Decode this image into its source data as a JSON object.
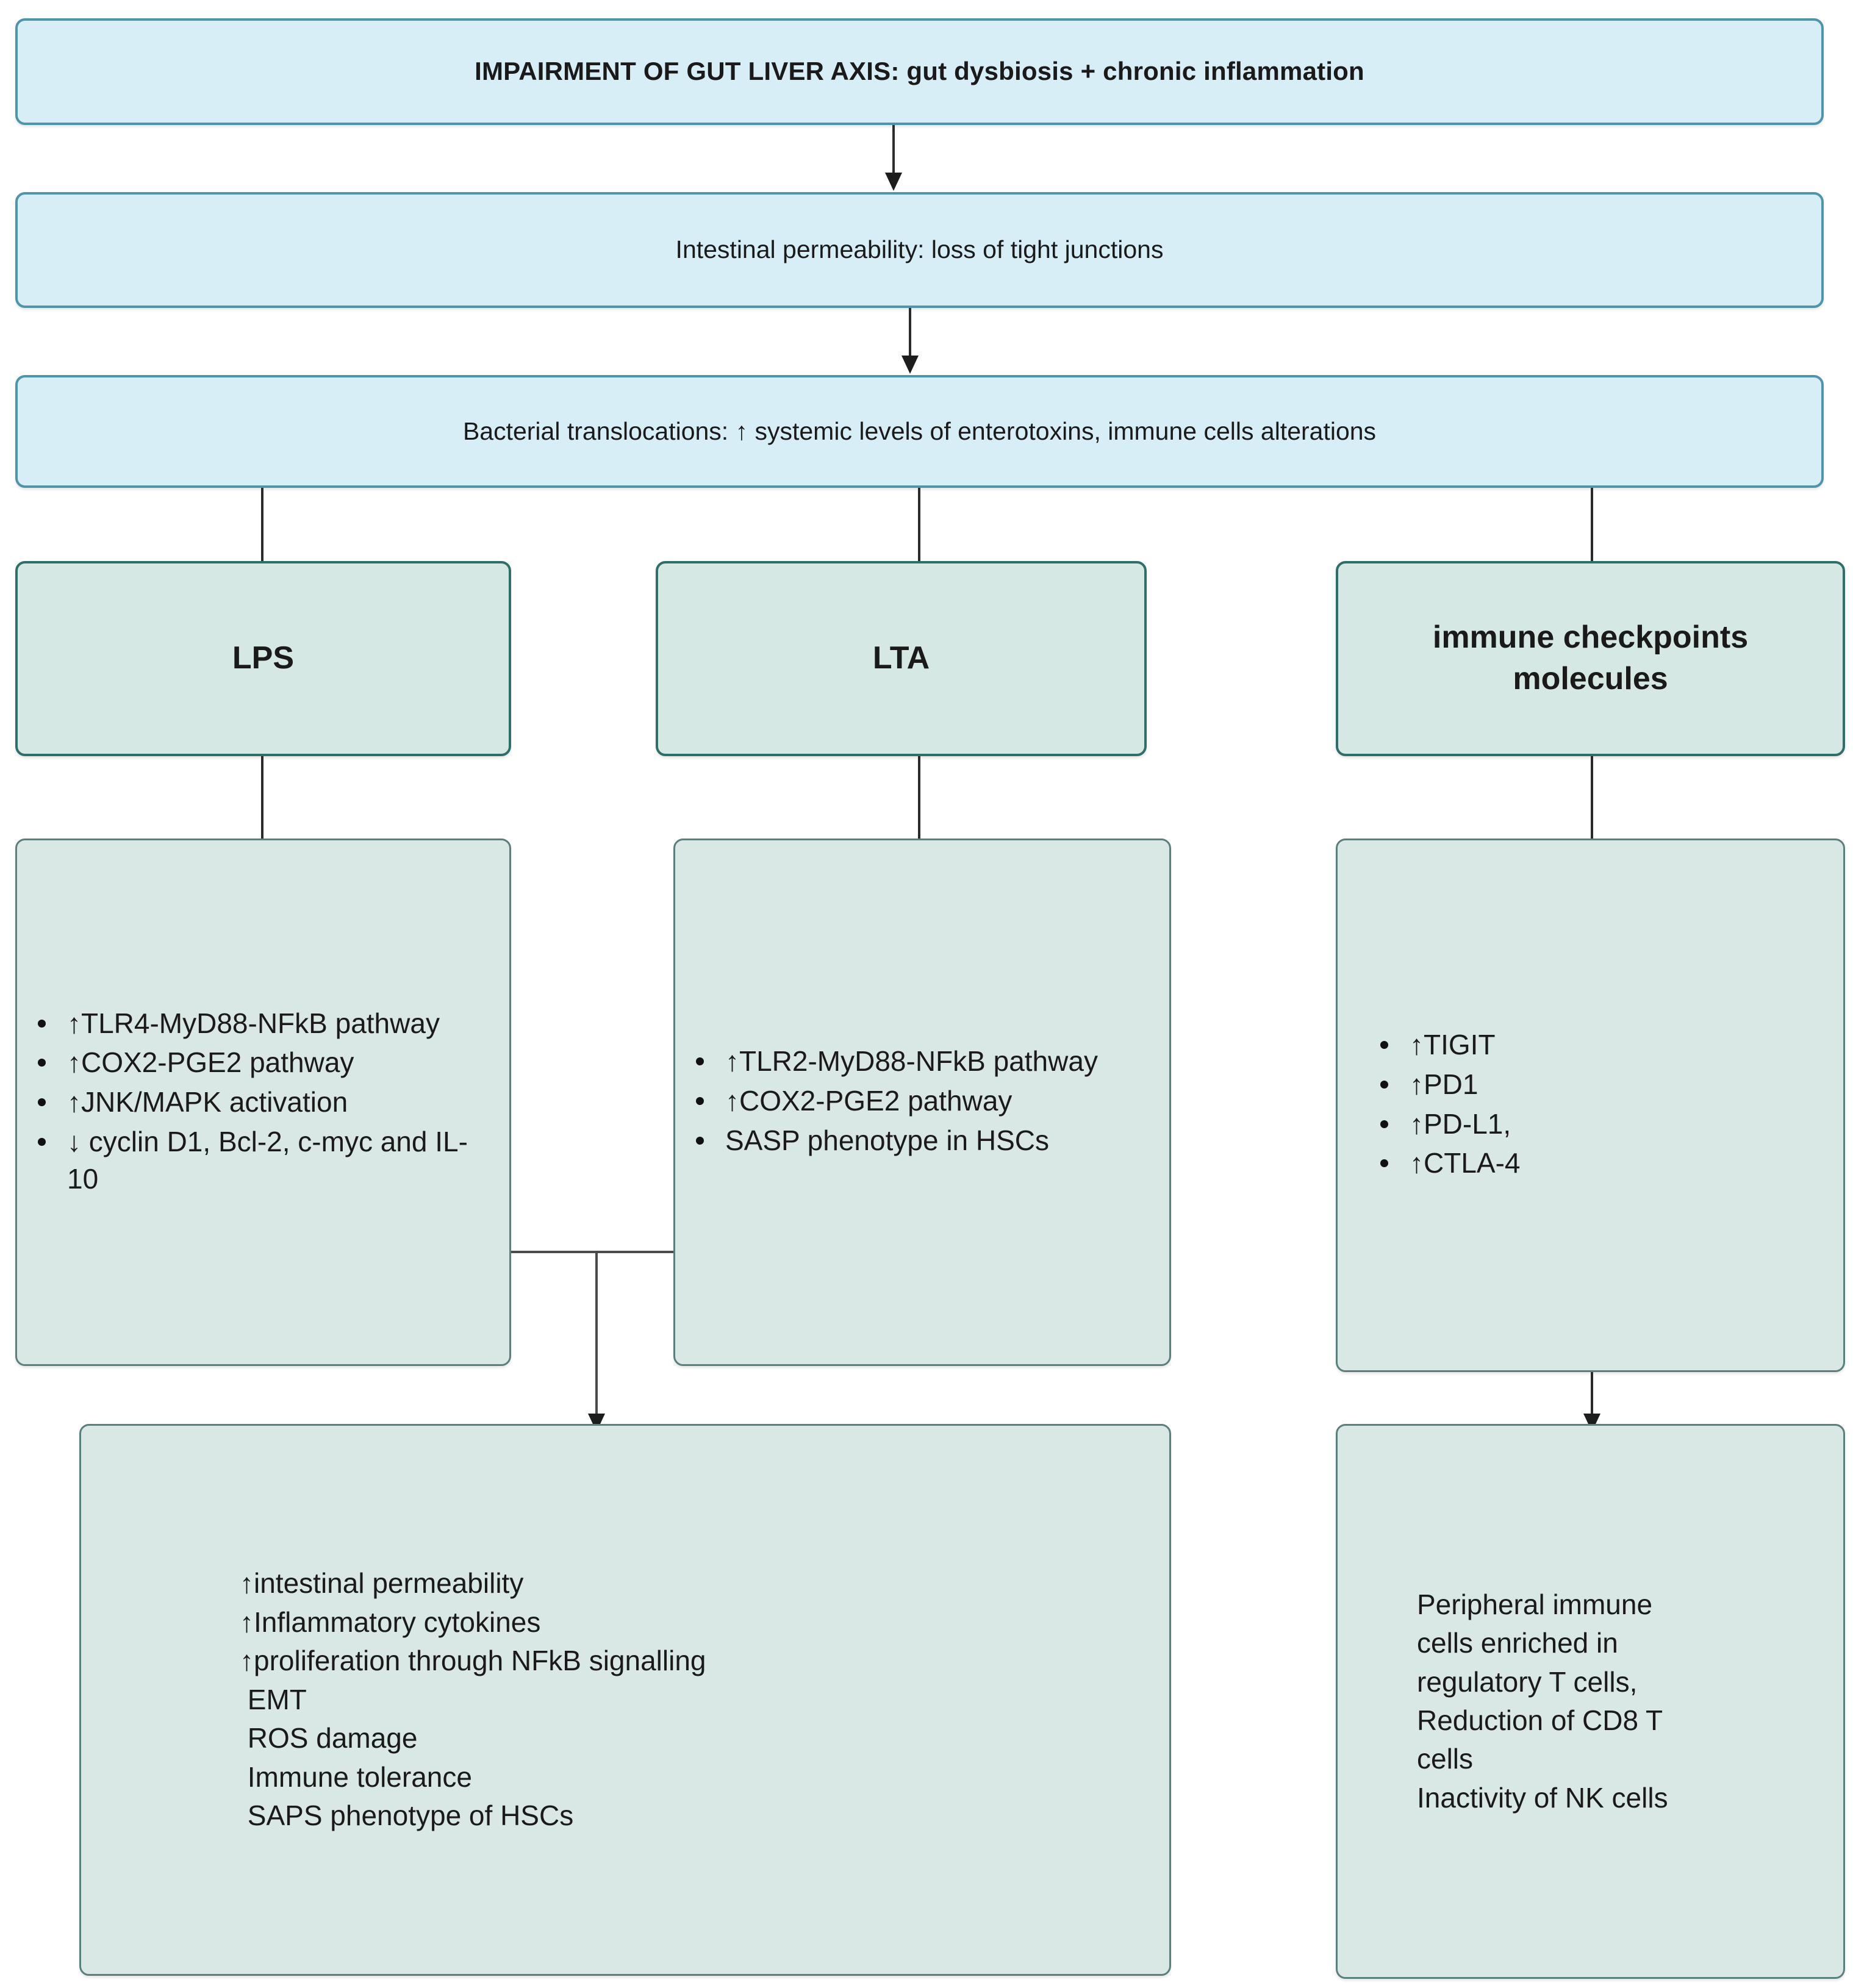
{
  "diagram": {
    "title_box": {
      "text": "IMPAIRMENT OF GUT LIVER AXIS: gut dysbiosis + chronic inflammation"
    },
    "step2_box": {
      "text": "Intestinal permeability: loss of tight junctions"
    },
    "step3_box": {
      "text": "Bacterial translocations: ↑ systemic levels of enterotoxins, immune cells alterations"
    },
    "nodes": {
      "lps": {
        "label": "LPS"
      },
      "lta": {
        "label": "LTA"
      },
      "checkpoints": {
        "label": "immune checkpoints molecules"
      }
    },
    "details": {
      "lps": [
        "↑TLR4-MyD88-NFkB pathway",
        "↑COX2-PGE2 pathway",
        "↑JNK/MAPK activation",
        "↓ cyclin D1, Bcl-2, c-myc and IL-10"
      ],
      "lta": [
        "↑TLR2-MyD88-NFkB pathway",
        "↑COX2-PGE2 pathway",
        "SASP phenotype in HSCs"
      ],
      "checkpoints": [
        "↑TIGIT",
        "↑PD1",
        "↑PD-L1,",
        "↑CTLA-4"
      ]
    },
    "outcomes": {
      "left": [
        "↑intestinal permeability",
        "↑Inflammatory cytokines",
        "↑proliferation through NFkB signalling",
        " EMT",
        " ROS damage",
        " Immune tolerance",
        " SAPS phenotype of HSCs"
      ],
      "right": [
        "Peripheral immune",
        "cells enriched in",
        "regulatory T cells,",
        "Reduction of CD8 T",
        "cells",
        "Inactivity of NK cells"
      ]
    },
    "colors": {
      "blue_fill": "#d7eef6",
      "blue_border": "#4e95ab",
      "teal_fill": "#d6e8e4",
      "teal_border": "#2f6f6b",
      "soft_fill": "#d9e8e5",
      "soft_border": "#59807d",
      "connector": "#2b2b2b"
    }
  }
}
